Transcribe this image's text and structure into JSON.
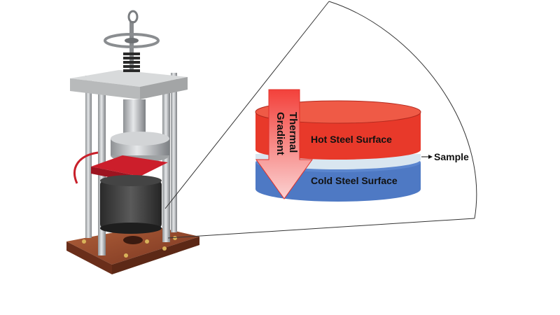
{
  "labels": {
    "hot_surface": "Hot Steel Surface",
    "cold_surface": "Cold Steel Surface",
    "sample": "Sample",
    "thermal_gradient_line1": "Thermal",
    "thermal_gradient_line2": "Gradient"
  },
  "colors": {
    "hot": "#e8392a",
    "hot_top": "#ef5a46",
    "cold": "#4e79c4",
    "sample_layer": "#d9e6f0",
    "arrow_gradient_top": "#f3413b",
    "arrow_gradient_bottom": "#fbd2d2",
    "machine_plate": "#c9cbcc",
    "machine_base": "#9b4a2a",
    "machine_clamp_red": "#cc1e2b",
    "machine_insulation": "#3a3a3a"
  },
  "icons": {
    "machine": "heat-press-apparatus",
    "arrow": "thermal-gradient-arrow"
  }
}
